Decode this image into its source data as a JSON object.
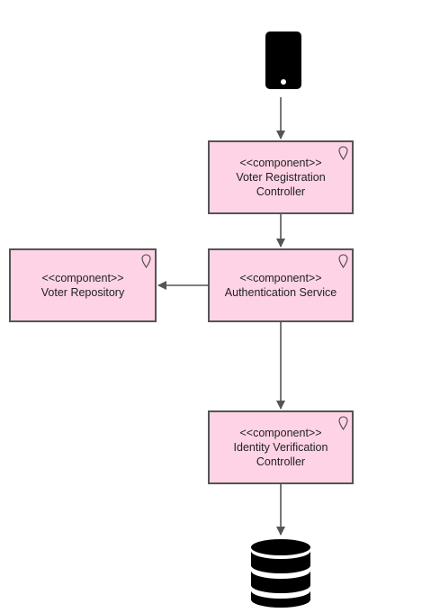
{
  "colors": {
    "component_fill": "#fdd3e5",
    "component_border": "#555555",
    "connector": "#555555",
    "icon": "#000000"
  },
  "icons": {
    "client": "mobile-phone-icon",
    "storage": "database-icon",
    "component_marker": "location-pin-icon"
  },
  "components": {
    "voter_registration": {
      "stereotype": "<<component>>",
      "name": "Voter Registration\nController"
    },
    "authentication_service": {
      "stereotype": "<<component>>",
      "name": "Authentication Service"
    },
    "voter_repository": {
      "stereotype": "<<component>>",
      "name": "Voter Repository"
    },
    "identity_verification": {
      "stereotype": "<<component>>",
      "name": "Identity Verification\nController"
    }
  },
  "connections": [
    {
      "from": "mobile-phone",
      "to": "voter_registration"
    },
    {
      "from": "voter_registration",
      "to": "authentication_service"
    },
    {
      "from": "authentication_service",
      "to": "voter_repository"
    },
    {
      "from": "authentication_service",
      "to": "identity_verification"
    },
    {
      "from": "identity_verification",
      "to": "database"
    }
  ]
}
